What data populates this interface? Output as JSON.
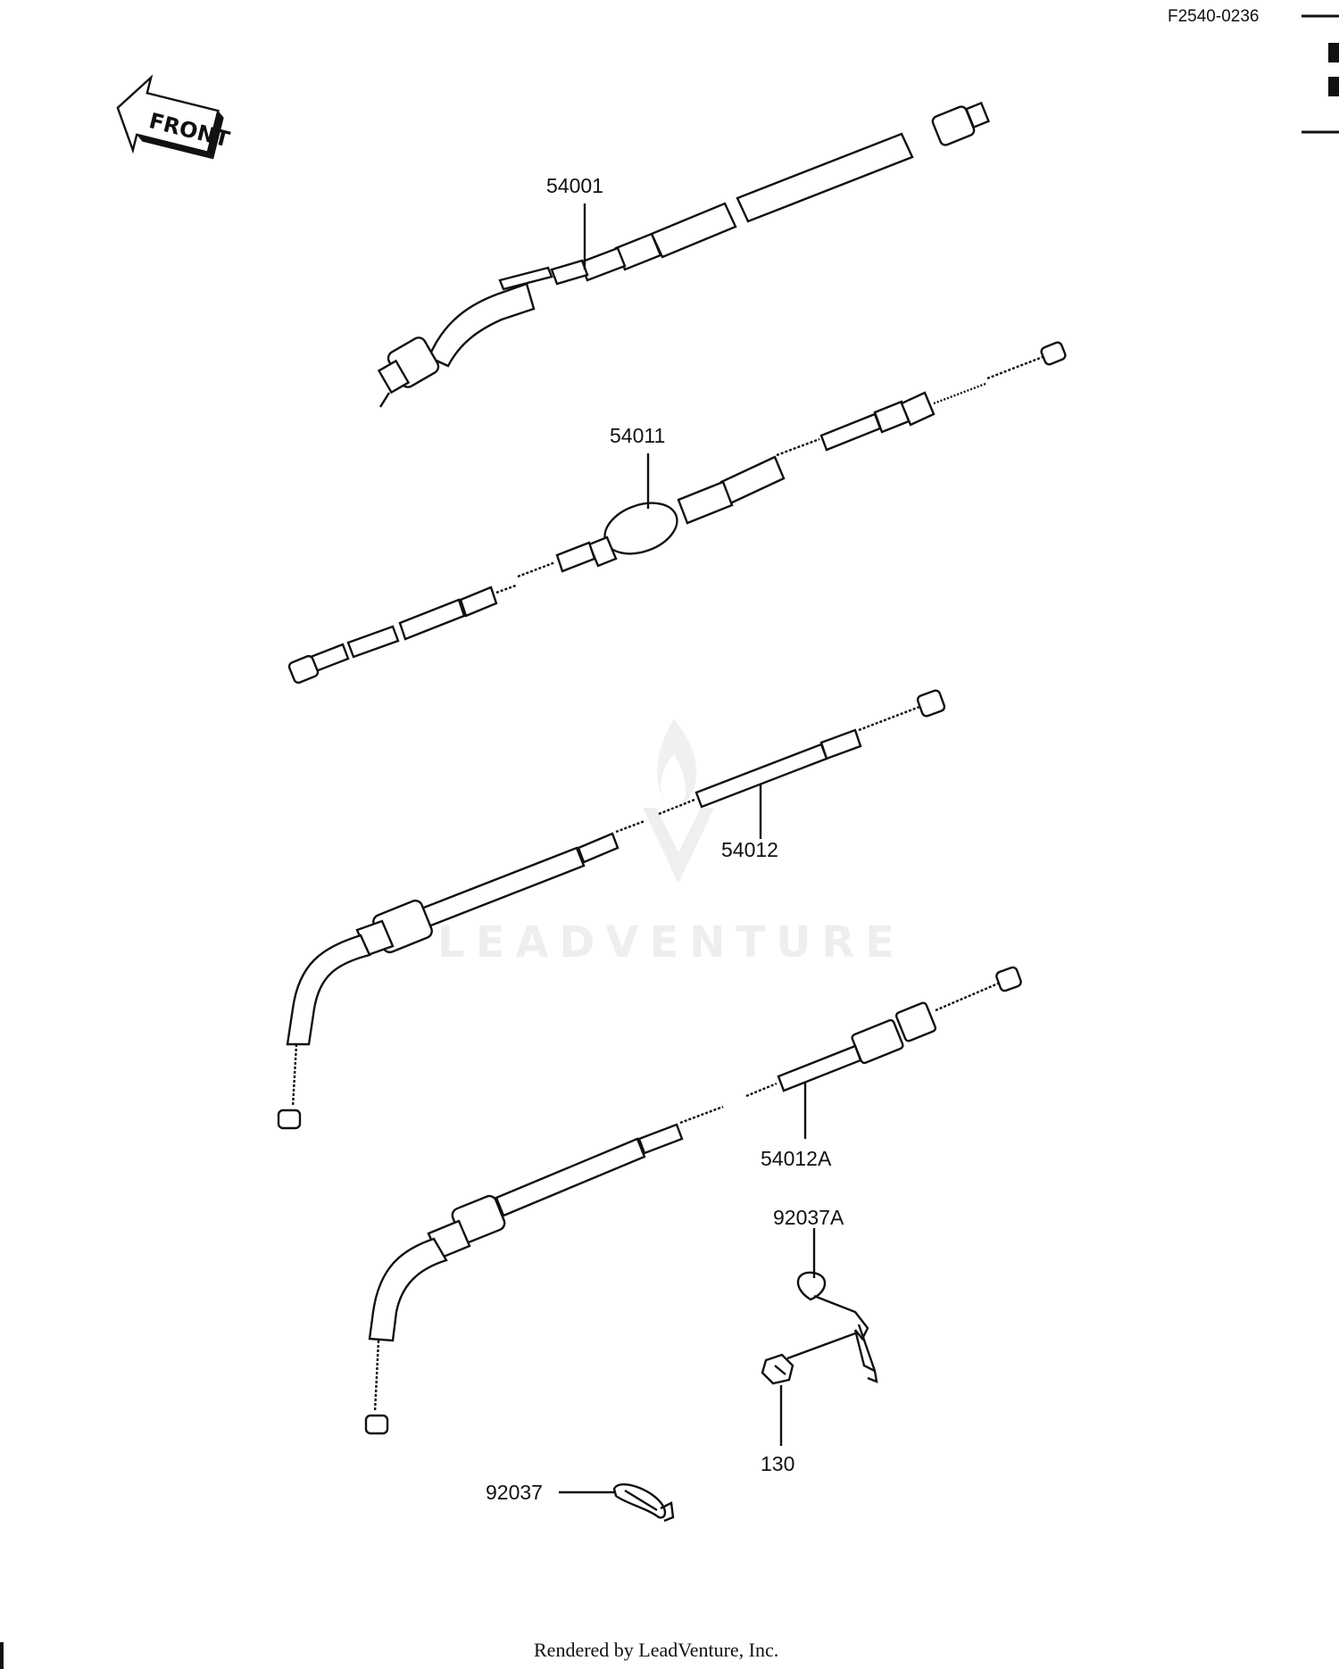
{
  "diagram": {
    "code": "F2540-0236",
    "front_label": "FRONT",
    "watermark": "LEADVENTURE",
    "footer": "Rendered by LeadVenture, Inc.",
    "colors": {
      "line": "#111111",
      "background": "#ffffff",
      "watermark": "#eeeeee"
    },
    "parts": [
      {
        "id": "54001",
        "label": "54001"
      },
      {
        "id": "54011",
        "label": "54011"
      },
      {
        "id": "54012",
        "label": "54012"
      },
      {
        "id": "54012A",
        "label": "54012A"
      },
      {
        "id": "92037A",
        "label": "92037A"
      },
      {
        "id": "130",
        "label": "130"
      },
      {
        "id": "92037",
        "label": "92037"
      }
    ]
  }
}
